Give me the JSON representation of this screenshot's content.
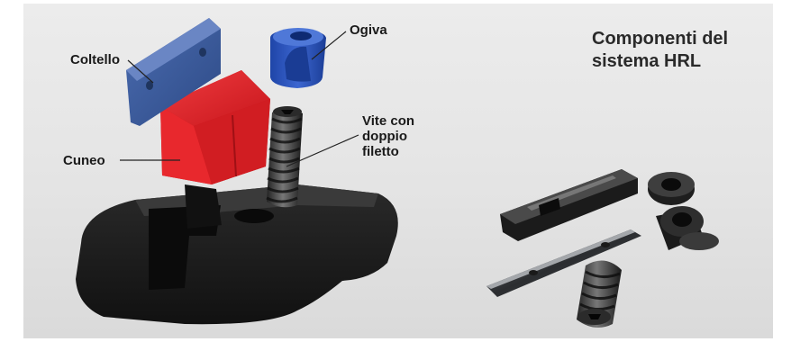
{
  "title": {
    "line1": "Componenti del",
    "line2": "sistema HRL"
  },
  "labels": {
    "coltello": "Coltello",
    "ogiva": "Ogiva",
    "cuneo": "Cuneo",
    "vite_line1": "Vite con",
    "vite_line2": "doppio",
    "vite_line3": "filetto"
  },
  "colors": {
    "blade": "#3a5a9a",
    "ogive": "#2f55b8",
    "wedge": "#e0262c",
    "holder": "#1c1c1c"
  }
}
